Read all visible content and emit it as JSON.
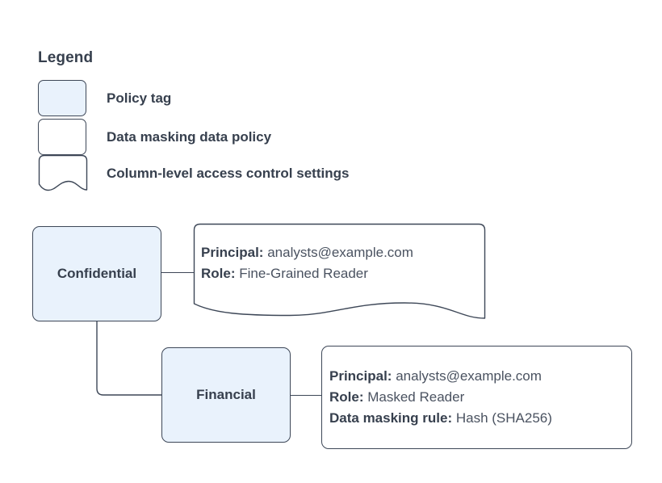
{
  "legend": {
    "title": "Legend",
    "items": [
      {
        "label": "Policy tag",
        "swatch": "policy-tag-swatch",
        "shape": "rounded-rect-filled"
      },
      {
        "label": "Data masking data policy",
        "swatch": "data-masking-policy-swatch",
        "shape": "rounded-rect"
      },
      {
        "label": "Column-level access control settings",
        "swatch": "access-control-swatch",
        "shape": "wavy-bottom-document"
      }
    ]
  },
  "diagram": {
    "nodes": [
      {
        "id": "confidential",
        "label": "Confidential"
      },
      {
        "id": "financial",
        "label": "Financial"
      }
    ],
    "callouts": [
      {
        "id": "confidential-settings",
        "shape": "wavy-bottom-document",
        "lines": [
          {
            "key": "Principal:",
            "value": "analysts@example.com"
          },
          {
            "key": "Role:",
            "value": "Fine-Grained Reader"
          }
        ]
      },
      {
        "id": "financial-settings",
        "shape": "rounded-rect",
        "lines": [
          {
            "key": "Principal:",
            "value": "analysts@example.com"
          },
          {
            "key": "Role:",
            "value": "Masked Reader"
          },
          {
            "key": "Data masking rule:",
            "value": "Hash (SHA256)"
          }
        ]
      }
    ]
  },
  "colors": {
    "node_fill": "#e9f2fc",
    "stroke": "#3d4757",
    "text": "#37404e",
    "value_text": "#4a5260",
    "background": "#ffffff"
  }
}
